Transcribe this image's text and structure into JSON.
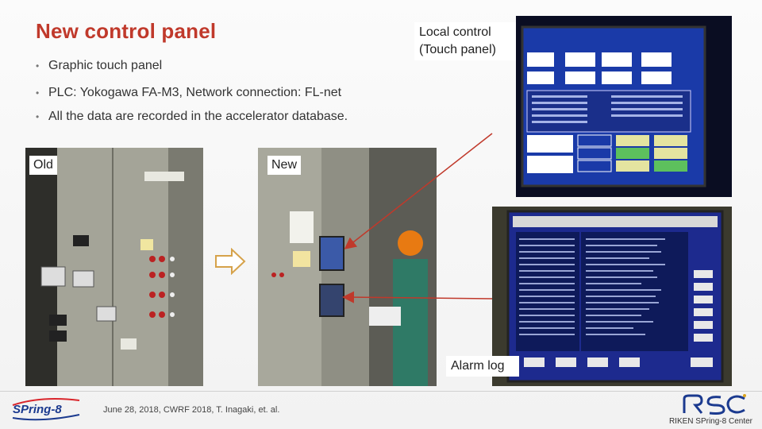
{
  "slide": {
    "title": "New control panel",
    "bullets": [
      "Graphic touch panel",
      "PLC: Yokogawa FA-M3,  Network connection: FL-net",
      "All the data are recorded in the accelerator database."
    ],
    "labels": {
      "old": "Old",
      "new": "New",
      "local_control_line1": "Local control",
      "local_control_line2": "(Touch panel)",
      "alarm_log": "Alarm log"
    },
    "footer": {
      "citation": "June 28, 2018, CWRF 2018,   T. Inagaki, et. al.",
      "org": "RIKEN SPring-8 Center"
    }
  },
  "colors": {
    "title": "#c0392b",
    "arrow": "#c0392b",
    "touch_panel_bg": "#1a3aa8",
    "readout_bg": "#ffffff",
    "spring8_logo": "#1b3a8f"
  },
  "icons": {
    "transition": "outline-right-arrow-icon",
    "spring8_logo": "spring8-logo",
    "rsc_logo": "rsc-logo"
  }
}
